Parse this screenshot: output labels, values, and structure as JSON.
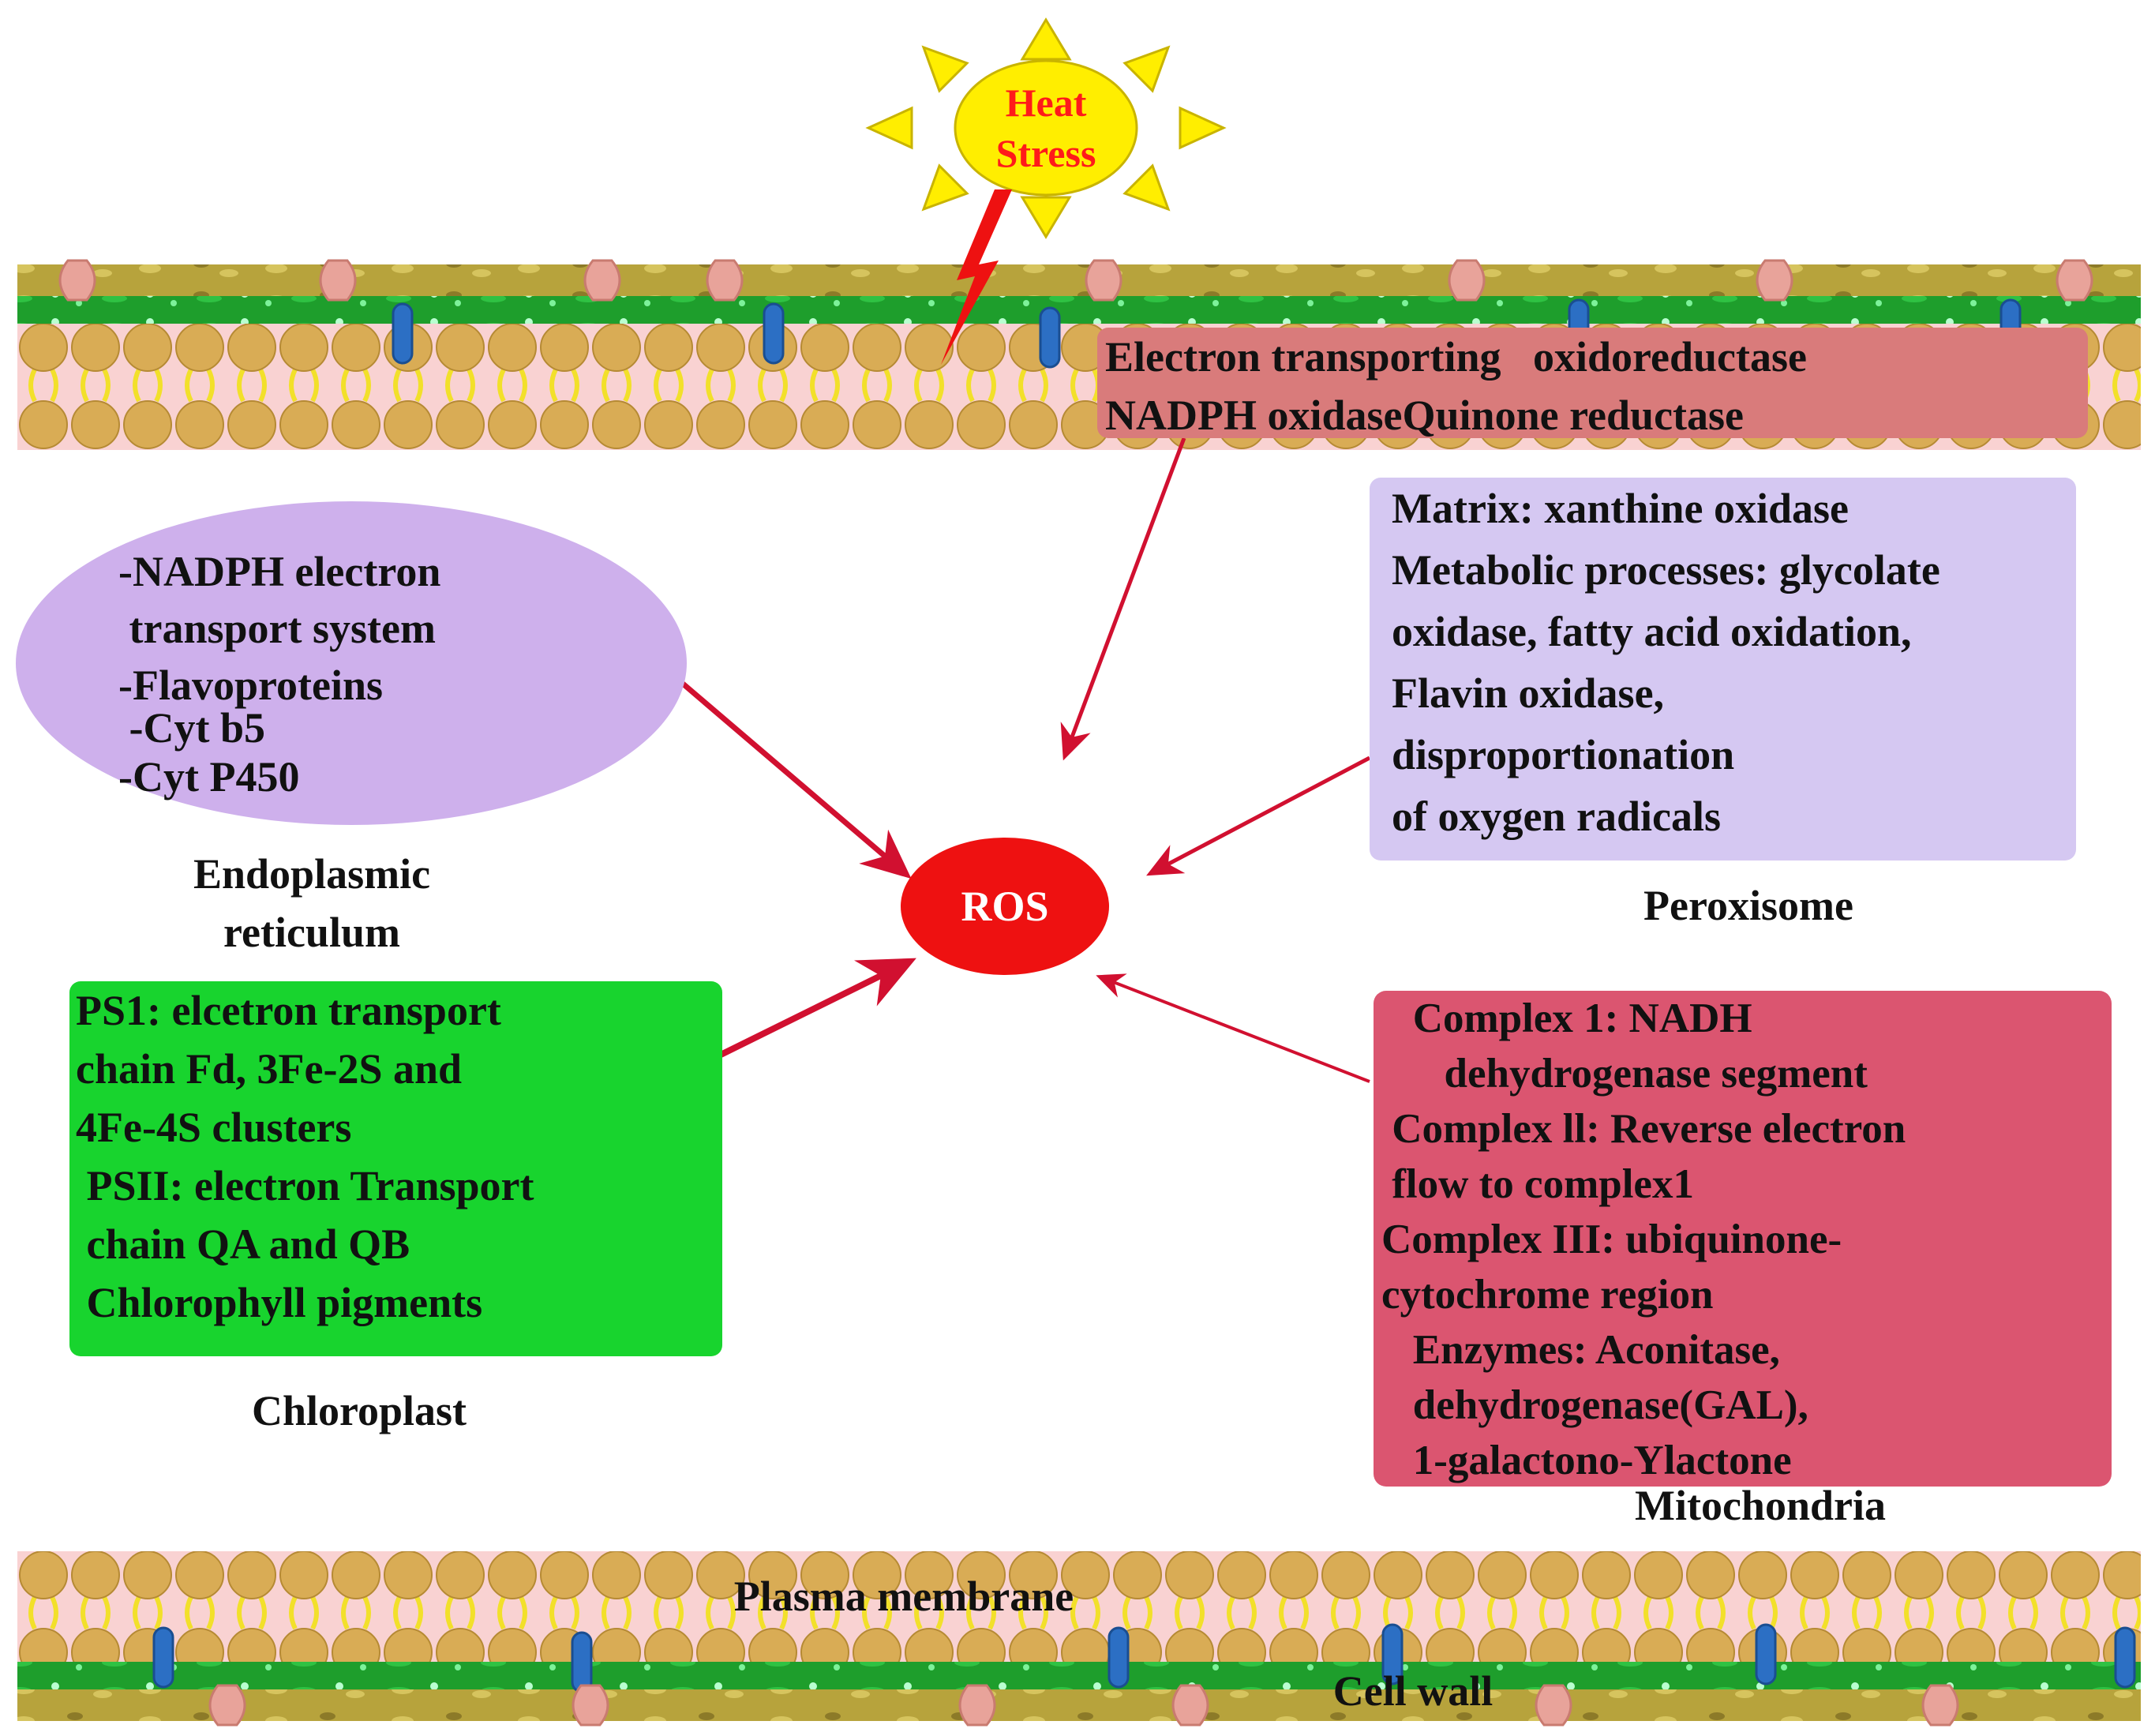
{
  "stress": {
    "line1": "Heat",
    "line2": "Stress",
    "text_color": "#ff1a1a",
    "sun_color": "#ffee00",
    "ray_color": "#ffee00"
  },
  "center": {
    "label": "ROS",
    "color": "#ee1111"
  },
  "arrow_color": "#d11030",
  "membrane_top": {
    "box_lines": [
      "Electron transporting   oxidoreductase",
      "NADPH oxidaseQuinone reductase"
    ],
    "box_color": "#d97b7b"
  },
  "er": {
    "lines": [
      "-NADPH electron",
      " transport system",
      "-Flavoproteins",
      " -Cyt b5",
      "-Cyt P450"
    ],
    "caption_lines": [
      "Endoplasmic",
      "reticulum"
    ],
    "color": "#ceb0ec"
  },
  "peroxisome": {
    "lines": [
      "Matrix: xanthine oxidase",
      "Metabolic processes: glycolate",
      "oxidase, fatty acid oxidation,",
      "Flavin oxidase,",
      "disproportionation",
      "of oxygen radicals"
    ],
    "caption": "Peroxisome",
    "color": "#d5c8f2"
  },
  "chloroplast": {
    "lines": [
      "PS1: elcetron transport",
      "chain Fd, 3Fe-2S and",
      "4Fe-4S clusters",
      " PSII: electron Transport",
      " chain QA and QB",
      " Chlorophyll pigments"
    ],
    "caption": "Chloroplast",
    "color": "#18d42e"
  },
  "mitochondria": {
    "lines": [
      "   Complex 1: NADH",
      "      dehydrogenase segment",
      " Complex ll: Reverse electron",
      " flow to complex1",
      "Complex III: ubiquinone-",
      "cytochrome region",
      "   Enzymes: Aconitase,",
      "   dehydrogenase(GAL),",
      "   1-galactono-Ylactone"
    ],
    "caption": "Mitochondria",
    "color": "#db5570"
  },
  "membrane_bottom": {
    "plasma_label": "Plasma membrane",
    "wall_label": "Cell wall"
  },
  "membrane_colors": {
    "lipid_head": "#d9ac55",
    "lipid_tail": "#f2e02a",
    "lipid_bg": "#f9d2d2",
    "green_layer": "#1e9e2c",
    "wall_layer": "#b7a33c",
    "protein": "#2c6fc4",
    "pink_post": "#e8a39a"
  }
}
